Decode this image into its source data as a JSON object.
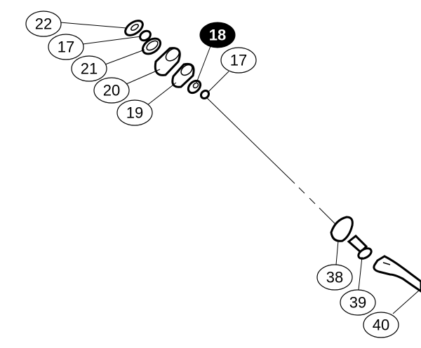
{
  "diagram": {
    "callouts": [
      {
        "label": "22"
      },
      {
        "label": "17"
      },
      {
        "label": "21"
      },
      {
        "label": "20"
      },
      {
        "label": "19"
      },
      {
        "label": "18",
        "highlighted": true
      },
      {
        "label": "17"
      },
      {
        "label": "38"
      },
      {
        "label": "39"
      },
      {
        "label": "40"
      }
    ],
    "colors": {
      "line": "#000000",
      "highlight_fill": "#000000",
      "highlight_text": "#ffffff"
    }
  }
}
